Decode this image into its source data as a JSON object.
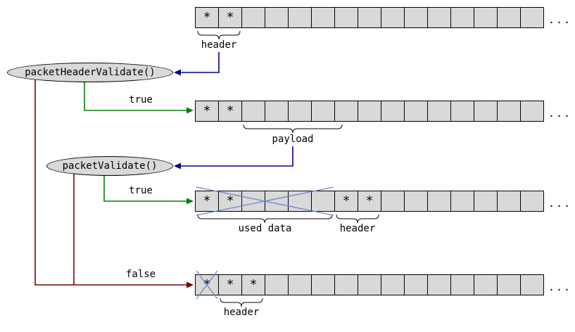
{
  "nodes": {
    "packet_header_validate": {
      "label": "packetHeaderValidate()"
    },
    "packet_validate": {
      "label": "packetValidate()"
    }
  },
  "edges": {
    "true_header": "true",
    "true_packet": "true",
    "false_both": "false"
  },
  "buffers": {
    "cell_count": 15,
    "star": "*",
    "ellipsis": "...",
    "rows": [
      {
        "id": "initial",
        "stars": [
          0,
          1
        ],
        "crossed_cells": [],
        "braces": [
          {
            "label": "header"
          }
        ]
      },
      {
        "id": "after_header_valid",
        "stars": [
          0,
          1
        ],
        "crossed_cells": [],
        "braces": [
          {
            "label": "payload"
          }
        ]
      },
      {
        "id": "after_packet_valid",
        "stars": [
          0,
          1,
          6,
          7
        ],
        "crossed_cells": [
          0,
          1,
          2,
          3,
          4,
          5
        ],
        "braces": [
          {
            "label": "used data"
          },
          {
            "label": "header"
          }
        ]
      },
      {
        "id": "after_invalid",
        "stars": [
          0,
          1,
          2
        ],
        "crossed_cells": [
          0
        ],
        "braces": [
          {
            "label": "header"
          }
        ]
      }
    ]
  },
  "colors": {
    "cell_fill": "#d9d9d9",
    "node_fill": "#d9d9d9",
    "true_edge": "#008000",
    "false_edge": "#7b0000",
    "callback_edge": "#00008b",
    "cross": "#6a87c8"
  }
}
